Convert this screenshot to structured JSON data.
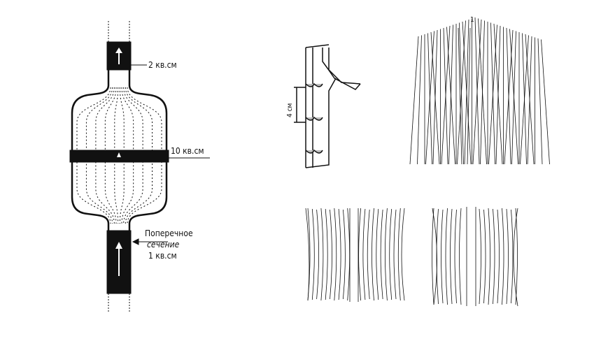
{
  "figure_left": {
    "label_top": "2 кв.см",
    "label_middle": "10 кв.см",
    "label_bottom_line1": "Поперечное",
    "label_bottom_line2": "сечение",
    "label_bottom_line3": "1 кв.см"
  },
  "figure_vein": {
    "scale_label": "4 см"
  },
  "figure_muscle": {
    "marker": "1"
  },
  "colors": {
    "ink": "#111111",
    "paper": "#ffffff"
  }
}
